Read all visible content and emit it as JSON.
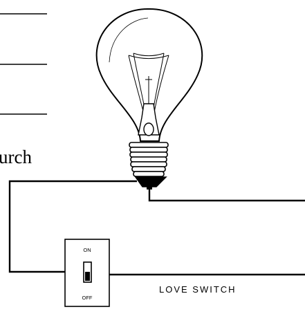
{
  "diagram": {
    "fragment_word": "urch",
    "switch_on_label": "ON",
    "switch_off_label": "OFF",
    "caption": "LOVE SWITCH",
    "icons": [
      "light-bulb-icon",
      "toggle-switch-icon"
    ]
  }
}
